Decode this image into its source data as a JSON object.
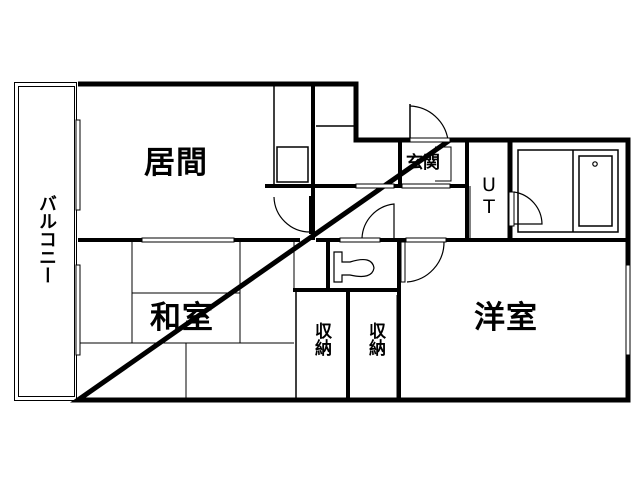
{
  "plan": {
    "rooms": [
      {
        "id": "living",
        "label": "居間"
      },
      {
        "id": "washitsu",
        "label": "和室"
      },
      {
        "id": "yoshitsu",
        "label": "洋室"
      },
      {
        "id": "genkan",
        "label": "玄関"
      },
      {
        "id": "ut",
        "label": "UT"
      },
      {
        "id": "storage1",
        "label": "収納"
      },
      {
        "id": "storage2",
        "label": "収納"
      },
      {
        "id": "balcony",
        "label": "バルコニー"
      }
    ],
    "colors": {
      "wall": "#000000",
      "background": "#ffffff"
    }
  }
}
